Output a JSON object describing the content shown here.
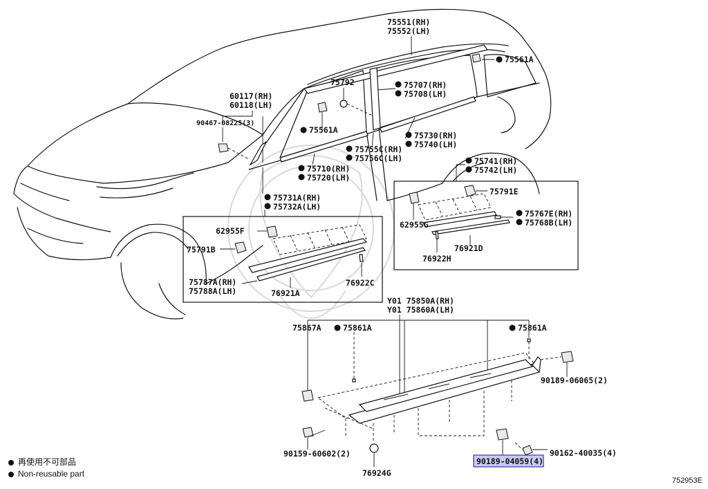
{
  "labels": {
    "p75551": "75551(RH)",
    "p75552": "75552(LH)",
    "p75561a_top": "75561A",
    "p75792": "75792",
    "p75707": "75707(RH)",
    "p75708": "75708(LH)",
    "p60117": "60117(RH)",
    "p60118": "60118(LH)",
    "p90467": "90467-08225(3)",
    "p75561a_mid": "75561A",
    "p75730": "75730(RH)",
    "p75740": "75740(LH)",
    "p75755c": "75755C(RH)",
    "p75756c": "75756C(LH)",
    "p75710": "75710(RH)",
    "p75720": "75720(LH)",
    "p75741": "75741(RH)",
    "p75742": "75742(LH)",
    "p75731a": "75731A(RH)",
    "p75732a": "75732A(LH)",
    "p62955f": "62955F",
    "p75791b": "75791B",
    "p75787a": "75787A(RH)",
    "p75788a": "75788A(LH)",
    "p76921a": "76921A",
    "p76922c": "76922C",
    "p75791e": "75791E",
    "p62955g": "62955G",
    "p75767e": "75767E(RH)",
    "p75768b": "75768B(LH)",
    "p76921d": "76921D",
    "p76922h": "76922H",
    "p75850a": "Y01 75850A(RH)",
    "p75860a": "Y01 75860A(LH)",
    "p75867a": "75867A",
    "p75861a_l": "75861A",
    "p75861a_r": "75861A",
    "p90189_06065": "90189-06065(2)",
    "p90159": "90159-60602(2)",
    "p76924g": "76924G",
    "p90189_04059": "90189-04059(4)",
    "p90162": "90162-40035(4)"
  },
  "legend": {
    "jp": "再使用不可部品",
    "en": "Non-reusable part"
  },
  "ref_code": "752953E",
  "highlight_color": "#c9c9f2"
}
